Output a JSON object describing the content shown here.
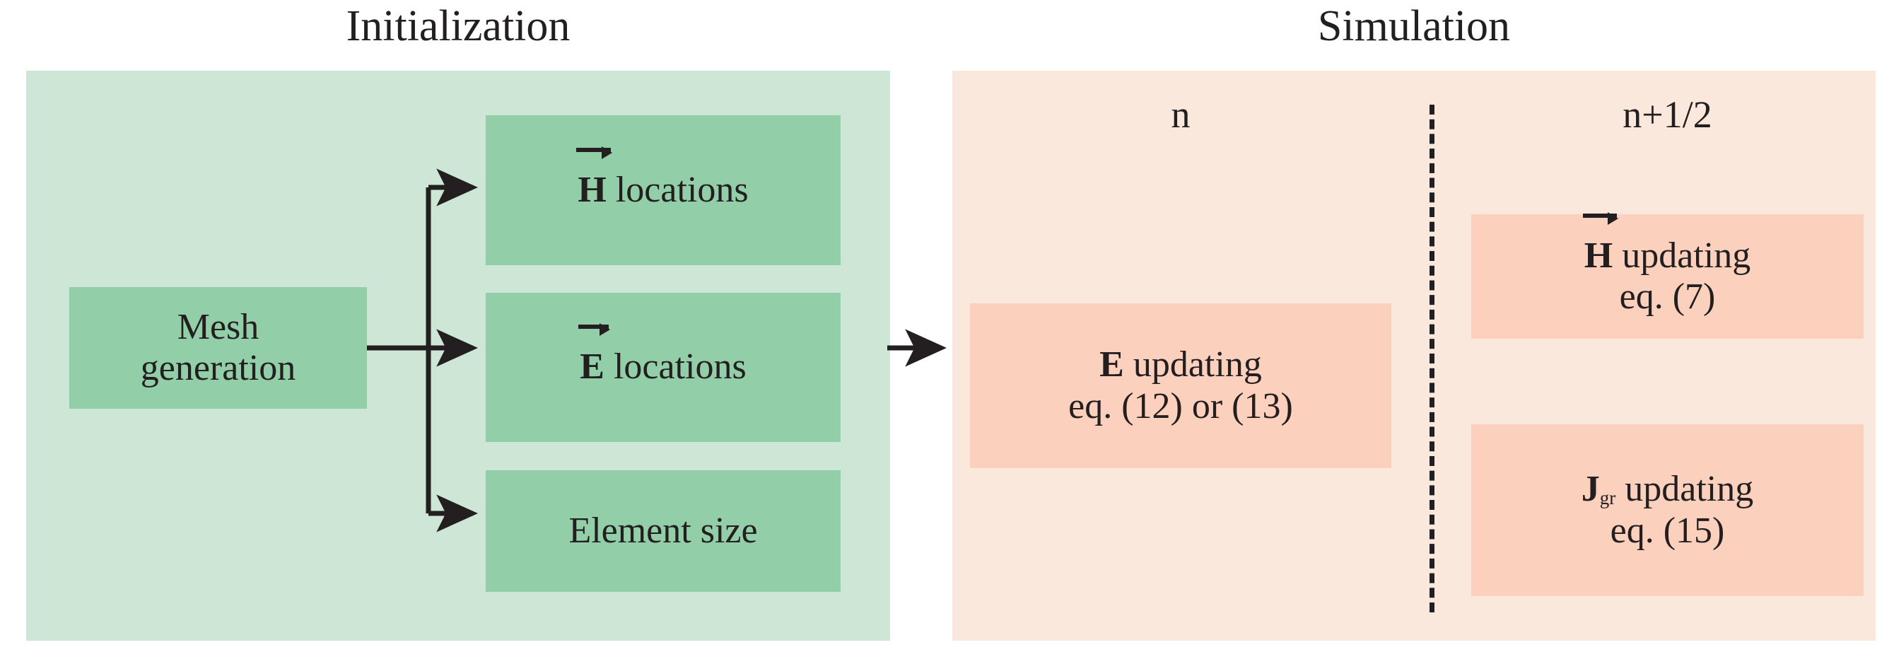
{
  "diagram": {
    "title_initialization": "Initialization",
    "title_simulation": "Simulation",
    "colors": {
      "panel_init_bg": "#CDE6D5",
      "panel_sim_bg": "#FBE8DC",
      "box_init_bg": "#92CEA8",
      "box_sim_bg": "#FBD1BE",
      "ink": "#231F20",
      "page_bg": "#FFFFFF"
    }
  },
  "initialization": {
    "title": "Initialization",
    "source_box": {
      "line1": "Mesh",
      "line2": "generation"
    },
    "targets": [
      {
        "symbol": "H",
        "vector": true,
        "text": "locations",
        "full": "H locations"
      },
      {
        "symbol": "E",
        "vector": true,
        "text": "locations",
        "full": "E locations"
      },
      {
        "symbol": "",
        "vector": false,
        "text": "Element size",
        "full": "Element size"
      }
    ]
  },
  "simulation": {
    "title": "Simulation",
    "phases": [
      {
        "label": "n"
      },
      {
        "label": "n+1/2"
      }
    ],
    "phase_n_boxes": [
      {
        "symbol": "E",
        "vector": false,
        "subscript": "",
        "line1_rest": "updating",
        "line2": "eq. (12) or (13)",
        "equations": [
          "12",
          "13"
        ]
      }
    ],
    "phase_n_half_boxes": [
      {
        "symbol": "H",
        "vector": true,
        "subscript": "",
        "line1_rest": "updating",
        "line2": "eq. (7)",
        "equations": [
          "7"
        ]
      },
      {
        "symbol": "J",
        "vector": false,
        "subscript": "gr",
        "line1_rest": "updating",
        "line2": "eq. (15)",
        "equations": [
          "15"
        ]
      }
    ],
    "divider": "dashed-vertical-divider"
  }
}
